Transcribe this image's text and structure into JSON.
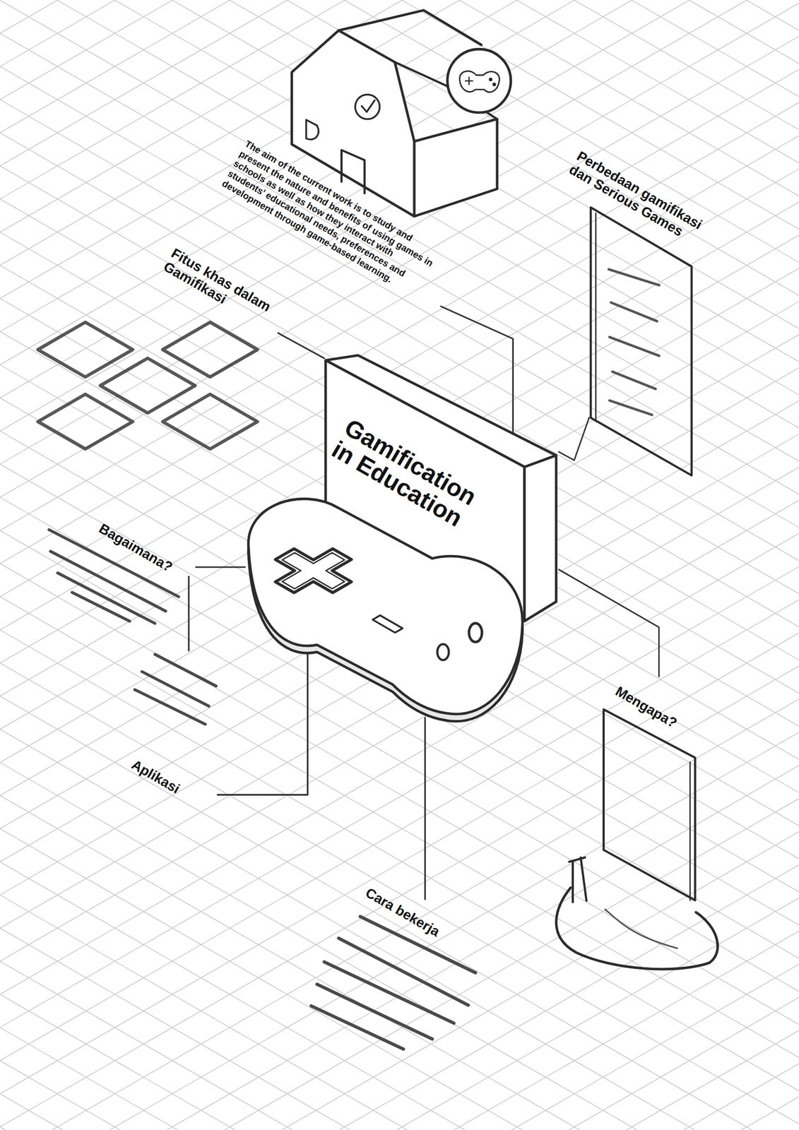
{
  "diagram": {
    "nodes": [
      {
        "text": [
          "Perbedaan gamifikasi dan Serious Games"
        ]
      },
      {
        "text": [
          "Gamification in Education"
        ]
      },
      {
        "text": [
          "Mengapa?"
        ]
      }
    ],
    "edges": [
      {
        "from": 1,
        "to": 0,
        "arrow": "none"
      },
      {
        "from": 1,
        "to": 2,
        "arrow": "none"
      }
    ],
    "labels": [
      "The aim of the current work is to study and present the nature and benefits of using games in schools as well as how they interact with students’ educational needs, preferences and development through game-based learning.",
      "Fitus khas dalam Gamifikasi",
      "Bagaimana?",
      "Aplikasi",
      "Cara bekerja"
    ]
  }
}
